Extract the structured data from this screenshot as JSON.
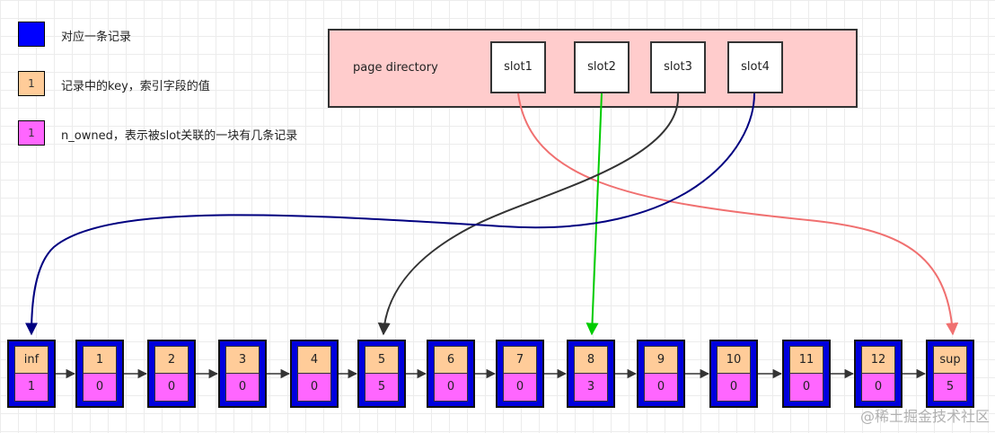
{
  "legend": {
    "record": {
      "swatch_color": "#0000ff",
      "label": "对应一条记录"
    },
    "key": {
      "swatch_color": "#ffcc99",
      "swatch_text": "1",
      "label": "记录中的key，索引字段的值"
    },
    "owned": {
      "swatch_color": "#ff66ff",
      "swatch_text": "1",
      "label": "n_owned，表示被slot关联的一块有几条记录"
    }
  },
  "page_directory": {
    "label": "page directory",
    "slots": [
      "slot1",
      "slot2",
      "slot3",
      "slot4"
    ]
  },
  "records": [
    {
      "key": "inf",
      "owned": "1"
    },
    {
      "key": "1",
      "owned": "0"
    },
    {
      "key": "2",
      "owned": "0"
    },
    {
      "key": "3",
      "owned": "0"
    },
    {
      "key": "4",
      "owned": "0"
    },
    {
      "key": "5",
      "owned": "5"
    },
    {
      "key": "6",
      "owned": "0"
    },
    {
      "key": "7",
      "owned": "0"
    },
    {
      "key": "8",
      "owned": "3"
    },
    {
      "key": "9",
      "owned": "0"
    },
    {
      "key": "10",
      "owned": "0"
    },
    {
      "key": "11",
      "owned": "0"
    },
    {
      "key": "12",
      "owned": "0"
    },
    {
      "key": "sup",
      "owned": "5"
    }
  ],
  "slot_links": [
    {
      "slot": "slot1",
      "target": "sup",
      "color": "#f07070"
    },
    {
      "slot": "slot2",
      "target": "8",
      "color": "#00cc00"
    },
    {
      "slot": "slot3",
      "target": "5",
      "color": "#333333"
    },
    {
      "slot": "slot4",
      "target": "inf",
      "color": "#000080"
    }
  ],
  "watermark": "@稀土掘金技术社区"
}
